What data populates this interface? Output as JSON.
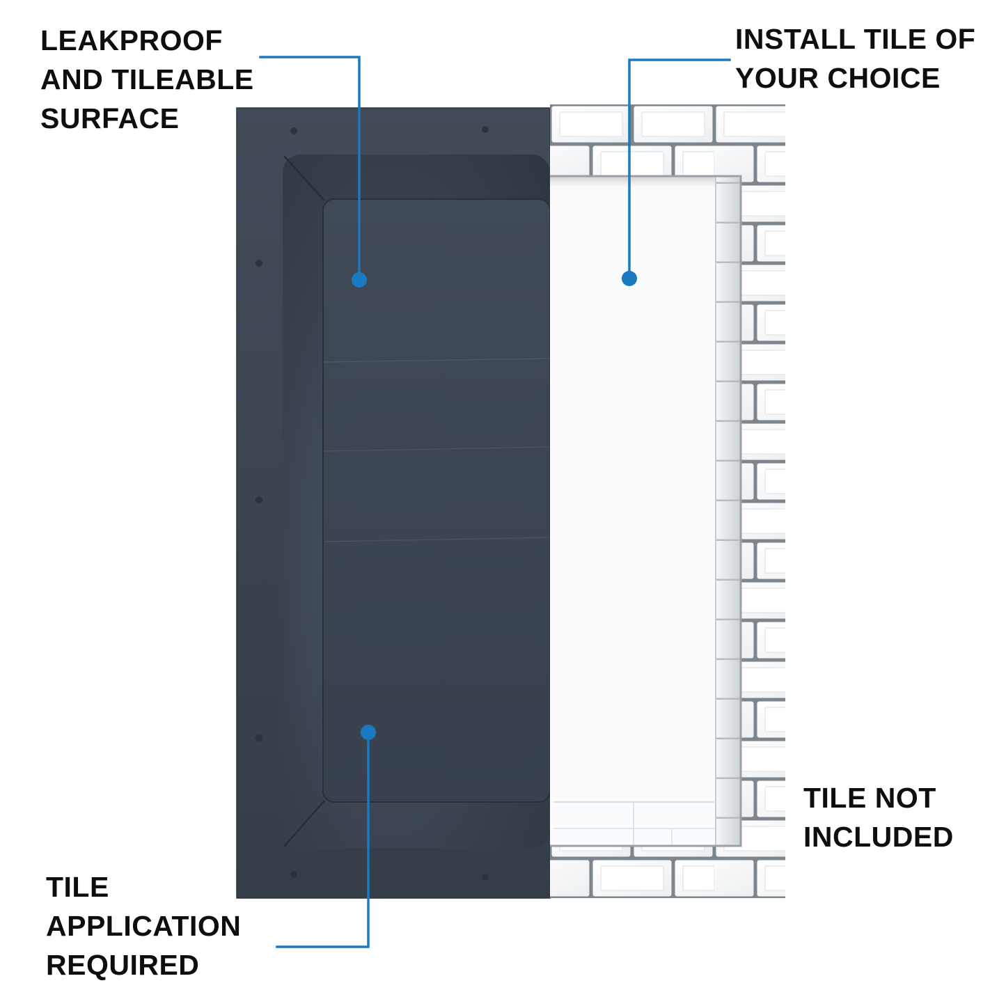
{
  "page": {
    "background": "#ffffff"
  },
  "colors": {
    "background": "#ffffff",
    "accent_blue": "#1a79c0",
    "text_black": "#0e0e0e",
    "niche_flange": "#3a4450",
    "niche_recess_dark": "#2f3742",
    "niche_recess_light": "#4d5765",
    "grout_gray": "#7e868d",
    "tile_white": "#ffffff",
    "tile_shadow": "#cdd2d6"
  },
  "callouts": {
    "leakproof": {
      "lines": [
        "LEAKPROOF",
        "AND TILEABLE",
        "SURFACE"
      ]
    },
    "install_tile": {
      "lines": [
        "INSTALL TILE OF",
        "YOUR CHOICE"
      ]
    },
    "tile_not_included": {
      "lines": [
        "TILE NOT",
        "INCLUDED"
      ]
    },
    "tile_application": {
      "lines": [
        "TILE",
        "APPLICATION",
        "REQUIRED"
      ]
    }
  }
}
